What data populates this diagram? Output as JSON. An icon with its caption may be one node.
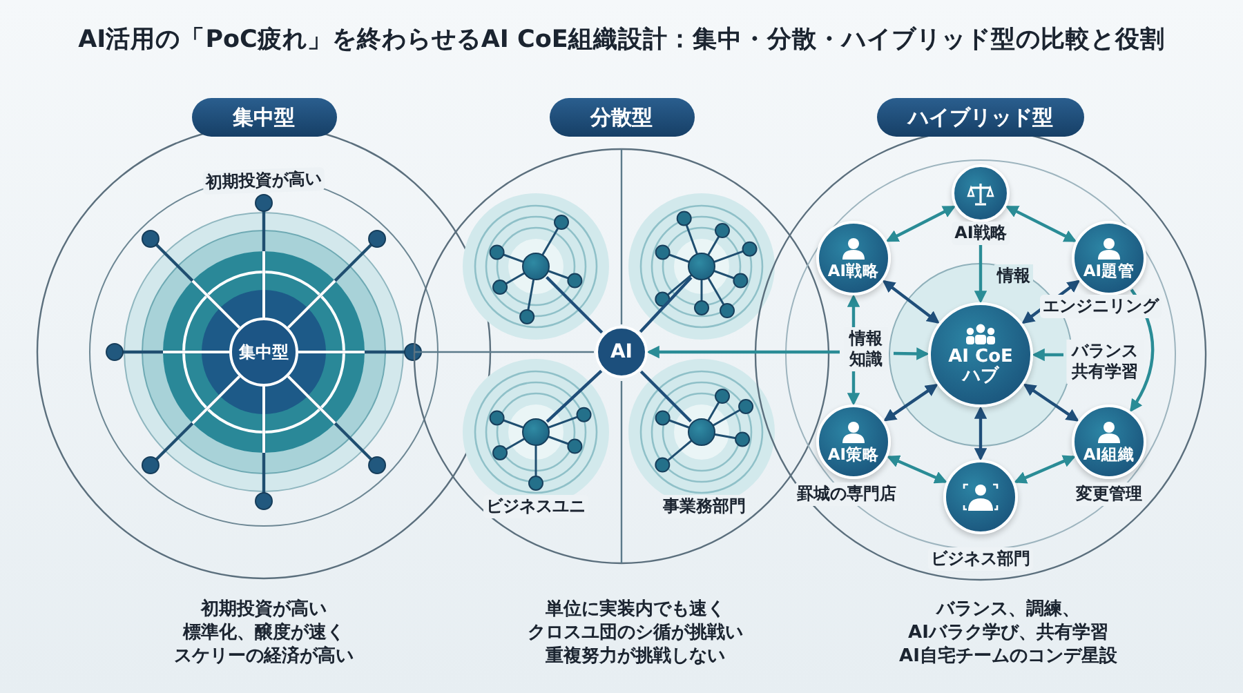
{
  "diagram": {
    "title": "AI活用の「PoC疲れ」を終わらせるAI CoE組織設計：集中・分散・ハイブリッド型の比較と役割",
    "nodes": [
      {
        "text": [
          "集中型"
        ]
      },
      {
        "text": [
          "集中型"
        ]
      },
      {
        "text": [
          "分散型"
        ]
      },
      {
        "text": [
          "AI"
        ]
      },
      {
        "text": [],
        "shape": "circle"
      },
      {
        "text": [],
        "shape": "circle"
      },
      {
        "text": [],
        "shape": "circle",
        "beside": [
          "ビジネスユニ"
        ]
      },
      {
        "text": [],
        "shape": "circle",
        "beside": [
          "事業務部門"
        ]
      },
      {
        "text": [
          "ハイブリッド型"
        ]
      },
      {
        "text": [],
        "shape": "circle",
        "beside": [
          "AI戦略"
        ]
      },
      {
        "text": [
          "AI戦略"
        ]
      },
      {
        "text": [
          "AI題管"
        ],
        "beside": [
          "エンジニリング"
        ]
      },
      {
        "text": [
          "AI CoE ハブ"
        ]
      },
      {
        "text": [
          "AI策略"
        ],
        "beside": [
          "罫城の専門店"
        ]
      },
      {
        "text": [
          "AI組織"
        ],
        "beside": [
          "変更管理"
        ]
      },
      {
        "text": [],
        "shape": "circle",
        "beside": [
          "ビジネス部門"
        ]
      }
    ],
    "edges": [
      {
        "from": 3,
        "to": 4,
        "arrow": "none",
        "color": "#1f4e79"
      },
      {
        "from": 3,
        "to": 5,
        "arrow": "none",
        "color": "#1f4e79"
      },
      {
        "from": 3,
        "to": 6,
        "arrow": "none",
        "color": "#1f4e79"
      },
      {
        "from": 3,
        "to": 7,
        "arrow": "none",
        "color": "#1f4e79"
      },
      {
        "from": null,
        "to": 3,
        "arrow": "to"
      },
      {
        "from": 9,
        "to": 10,
        "arrow": "both"
      },
      {
        "from": 9,
        "to": 11,
        "arrow": "both"
      },
      {
        "from": 10,
        "to": 13,
        "arrow": "both"
      },
      {
        "from": 13,
        "to": 15,
        "arrow": "both"
      },
      {
        "from": 15,
        "to": 14,
        "arrow": "both"
      },
      {
        "from": 11,
        "to": 14,
        "arrow": "to",
        "label": "バランス共有学習"
      },
      {
        "from": 9,
        "to": 12,
        "arrow": "both",
        "label": "情報"
      },
      {
        "from": 10,
        "to": 12,
        "arrow": "both",
        "color": "#1f4e79"
      },
      {
        "from": 11,
        "to": 12,
        "arrow": "both",
        "color": "#1f4e79"
      },
      {
        "from": 13,
        "to": 12,
        "arrow": "both",
        "color": "#1f4e79"
      },
      {
        "from": 14,
        "to": 12,
        "arrow": "both",
        "color": "#1f4e79"
      },
      {
        "from": 15,
        "to": 12,
        "arrow": "both",
        "color": "#1f4e79"
      },
      {
        "from": null,
        "to": 12,
        "arrow": "to",
        "label": "情報知識"
      },
      {
        "from": null,
        "to": 12,
        "arrow": "to"
      }
    ],
    "labels": [
      "初期投資が高い",
      "初期投資が高い",
      "標準化、醸度が速く",
      "スケリーの経済が高い",
      "単位に実装内でも速く",
      "クロスユ団のシ循が挑戦い",
      "重複努力が挑戦しない",
      "バランス、調練、",
      "AIバラク学び、共有学習",
      "AI自宅チームのコンデ星設"
    ]
  }
}
